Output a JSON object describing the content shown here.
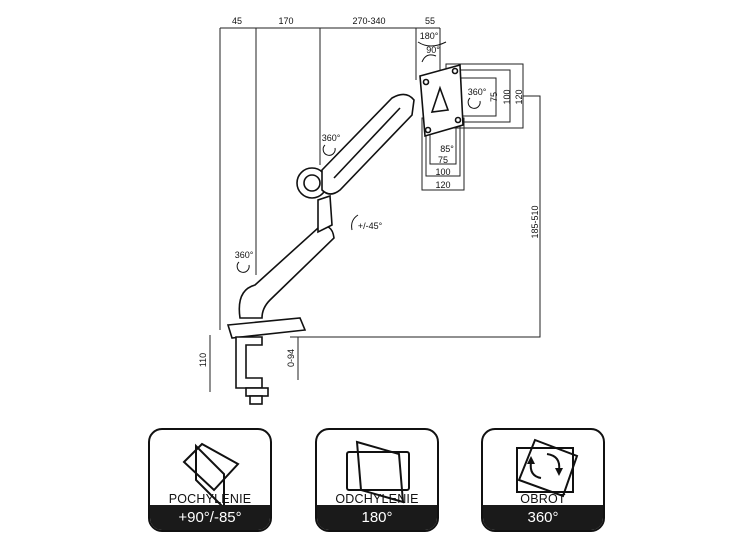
{
  "dimensions": {
    "top": [
      "45",
      "170",
      "270-340",
      "55"
    ],
    "tilt_top": "180°",
    "tilt_90": "90°",
    "rotate_plate": "360°",
    "tilt_85": "85°",
    "vesa_side": [
      "75",
      "100",
      "120"
    ],
    "vesa_bottom": [
      "75",
      "100",
      "120"
    ],
    "height_range": "185-510",
    "joint_rotate_upper": "360°",
    "joint_rotate_lower": "360°",
    "elbow_tilt": "+/-45°",
    "base_height": "110",
    "clamp_range": "0-94"
  },
  "features": [
    {
      "label": "POCHYLENIE",
      "value": "+90°/-85°",
      "icon": "tilt-icon"
    },
    {
      "label": "ODCHYLENIE",
      "value": "180°",
      "icon": "swivel-icon"
    },
    {
      "label": "OBRÓT",
      "value": "360°",
      "icon": "rotate-icon"
    }
  ]
}
